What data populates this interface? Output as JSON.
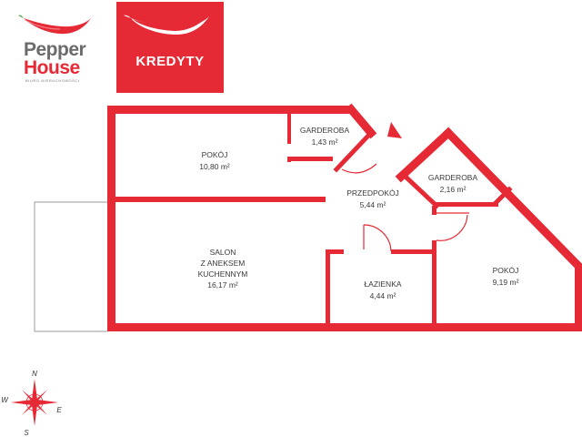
{
  "logo": {
    "line1": "Pepper",
    "line2": "House",
    "tagline": "BIURO NIERUCHOMOŚCI",
    "brand_color": "#e52a35",
    "text_color": "#6b6b6b"
  },
  "promo_button": {
    "label": "KREDYTY",
    "background": "#e52a35"
  },
  "floorplan": {
    "wall_color": "#e52a35",
    "rooms": [
      {
        "name": "POKÓJ",
        "area": "10,80 m²"
      },
      {
        "name": "GARDEROBA",
        "area": "1,43 m²"
      },
      {
        "name": "PRZEDPOKÓJ",
        "area": "5,44 m²"
      },
      {
        "name": "GARDEROBA",
        "area": "2,16 m²"
      },
      {
        "name_lines": [
          "SALON",
          "Z ANEKSEM",
          "KUCHENNYM"
        ],
        "area": "16,17 m²"
      },
      {
        "name": "ŁAZIENKA",
        "area": "4,44 m²"
      },
      {
        "name": "POKÓJ",
        "area": "9,19 m²"
      }
    ]
  },
  "compass": {
    "n": "N",
    "e": "E",
    "s": "S",
    "w": "W",
    "color": "#e52a35"
  }
}
